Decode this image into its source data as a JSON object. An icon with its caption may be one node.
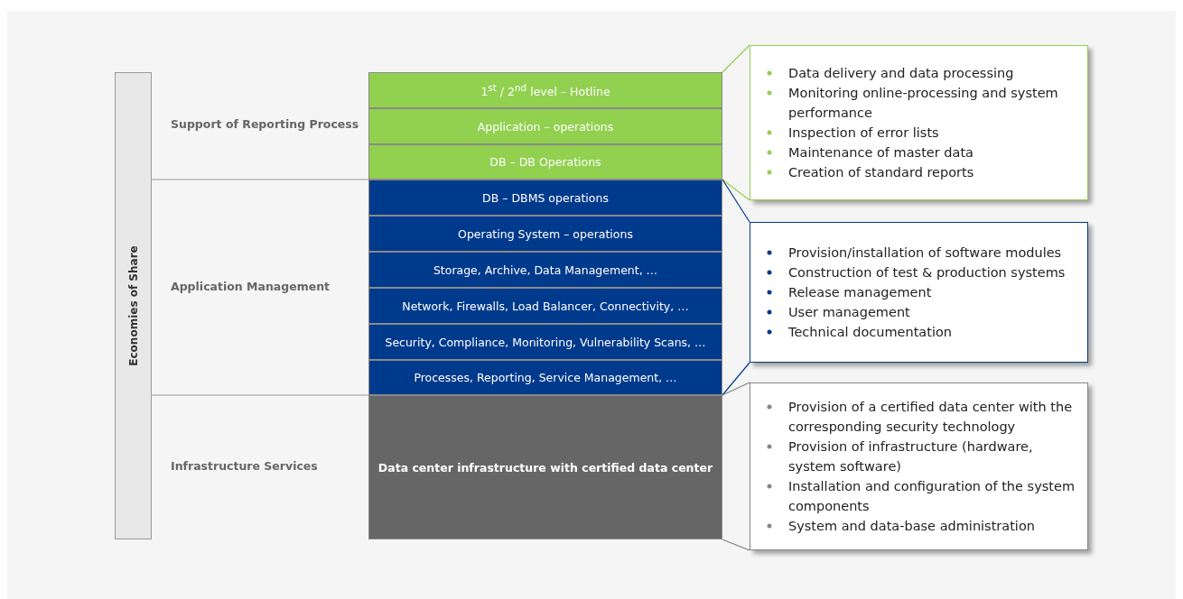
{
  "diagram": {
    "nodes": [
      {
        "text": [
          "Economies of Share"
        ]
      },
      {
        "text": [
          "1$^{st}$ / 2$^{nd}$ level – Hotline"
        ]
      },
      {
        "text": [
          "Application – operations"
        ]
      },
      {
        "text": [
          "DB – DB Operations"
        ]
      },
      {
        "text": [
          "DB – DBMS operations"
        ]
      },
      {
        "text": [
          "Operating System – operations"
        ]
      },
      {
        "text": [
          "Storage, Archive, Data Management, …"
        ]
      },
      {
        "text": [
          "Network, Firewalls, Load Balancer, Connectivity, …"
        ]
      },
      {
        "text": [
          "Security, Compliance, Monitoring, Vulnerability Scans, …"
        ]
      },
      {
        "text": [
          "Processes, Reporting, Service Management, …"
        ]
      },
      {
        "text": [
          "Data center infrastructure with certified data center"
        ]
      },
      {
        "text": [
          "Data delivery and data processing",
          "Monitoring online-processing and system performance",
          "Inspection of error lists",
          "Maintenance of master data",
          "Creation of standard reports"
        ]
      },
      {
        "text": [
          "Provision/installation of software modules",
          "Construction of test & production systems",
          "Release management",
          "User management",
          "Technical documentation"
        ]
      },
      {
        "text": [
          "Provision of a certified data center with the corresponding security technology",
          "Provision of infrastructure (hardware, system software)",
          "Installation and configuration of the system components",
          "System and data-base administration"
        ]
      }
    ],
    "edges": [
      {
        "from": 1,
        "to": 11,
        "arrow": "none",
        "color": "#92d050"
      },
      {
        "from": 3,
        "to": 11,
        "arrow": "none",
        "color": "#92d050"
      },
      {
        "from": 4,
        "to": 12,
        "arrow": "none",
        "color": "#003a8c"
      },
      {
        "from": 9,
        "to": 12,
        "arrow": "none",
        "color": "#003a8c"
      },
      {
        "from": 10,
        "to": 13,
        "arrow": "none",
        "color": "#808080"
      },
      {
        "from": 10,
        "to": 13,
        "arrow": "none",
        "color": "#808080"
      }
    ],
    "labels": [
      "Support of Reporting Process",
      "Application Management",
      "Infrastructure Services"
    ]
  }
}
